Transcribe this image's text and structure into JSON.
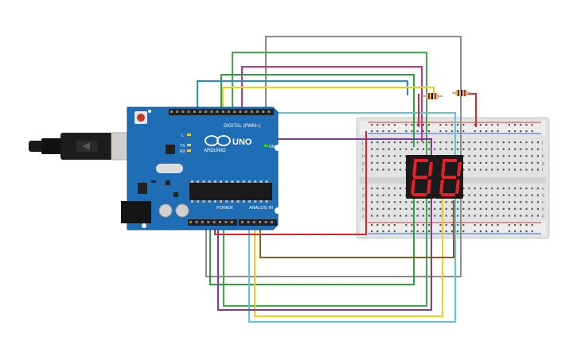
{
  "board": {
    "name": "UNO",
    "brand": "ARDUINO",
    "digital_label": "DIGITAL (PWM~)",
    "power_label": "POWER",
    "analog_label": "ANALOG IN",
    "on_label": "ON",
    "tx_label": "TX",
    "rx_label": "RX",
    "l_label": "L",
    "color": "#1f6db5"
  },
  "breadboard": {
    "row_letters_top": [
      "j",
      "i",
      "h",
      "g",
      "f"
    ],
    "row_letters_bottom": [
      "e",
      "d",
      "c",
      "b",
      "a"
    ]
  },
  "display": {
    "digits": [
      "8",
      "8"
    ],
    "segment_on_color": "#e8202a",
    "segment_off_color": "#3a0a0c"
  },
  "wires": [
    {
      "name": "wire-gray",
      "color": "#8c8c8c"
    },
    {
      "name": "wire-green",
      "color": "#3aad48"
    },
    {
      "name": "wire-magenta",
      "color": "#c7318a"
    },
    {
      "name": "wire-dark-green",
      "color": "#2e9e3e"
    },
    {
      "name": "wire-blue",
      "color": "#1f8fd6"
    },
    {
      "name": "wire-yellow",
      "color": "#f2cf17"
    },
    {
      "name": "wire-light-blue",
      "color": "#5fc3d9"
    },
    {
      "name": "wire-purple",
      "color": "#7d3c98"
    },
    {
      "name": "wire-red",
      "color": "#d62828"
    },
    {
      "name": "wire-brown",
      "color": "#8b5a2b"
    }
  ]
}
